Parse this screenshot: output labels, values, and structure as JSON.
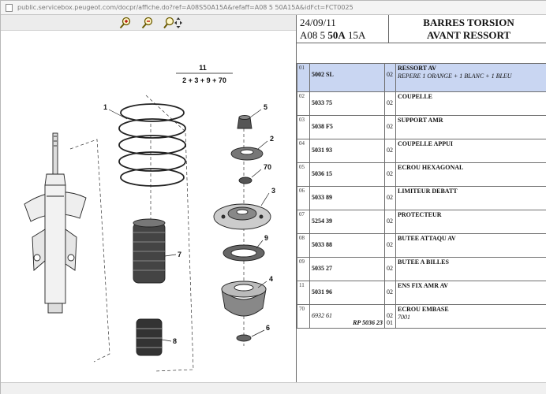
{
  "browser": {
    "url": "public.servicebox.peugeot.com/docpr/affiche.do?ref=A08S50A15A&refaff=A08 5 50A15A&idFct=FCT0025",
    "url_host_bold": "peugeot"
  },
  "toolbar": {
    "icons": [
      "zoom-in-icon",
      "zoom-out-icon",
      "zoom-pan-icon"
    ]
  },
  "diagram": {
    "formula_top": "11",
    "formula_bottom": "2 + 3 + 9 + 70",
    "callouts": [
      "1",
      "5",
      "2",
      "70",
      "3",
      "7",
      "9",
      "4",
      "8",
      "6"
    ]
  },
  "header": {
    "date": "24/09/11",
    "ref_prefix": "A08 5 ",
    "ref_bold": "50A",
    "ref_suffix": " 15A",
    "title_line1": "BARRES TORSION",
    "title_line2": "AVANT RESSORT"
  },
  "parts": [
    {
      "ref": "01",
      "number": "5002 SL",
      "qty": "02",
      "name": "RESSORT AV",
      "note": "REPERE 1 ORANGE + 1 BLANC + 1 BLEU",
      "selected": true
    },
    {
      "ref": "02",
      "number": "5033 75",
      "qty": "02",
      "name": "COUPELLE"
    },
    {
      "ref": "03",
      "number": "5038 F5",
      "qty": "02",
      "name": "SUPPORT AMR"
    },
    {
      "ref": "04",
      "number": "5031 93",
      "qty": "02",
      "name": "COUPELLE APPUI"
    },
    {
      "ref": "05",
      "number": "5036 15",
      "qty": "02",
      "name": "ECROU HEXAGONAL"
    },
    {
      "ref": "06",
      "number": "5033 89",
      "qty": "02",
      "name": "LIMITEUR DEBATT"
    },
    {
      "ref": "07",
      "number": "5254 39",
      "qty": "02",
      "name": "PROTECTEUR"
    },
    {
      "ref": "08",
      "number": "5033 88",
      "qty": "02",
      "name": "BUTEE ATTAQU AV"
    },
    {
      "ref": "09",
      "number": "5035 27",
      "qty": "02",
      "name": "BUTEE A BILLES"
    },
    {
      "ref": "11",
      "number": "5031 96",
      "qty": "02",
      "name": "ENS FIX AMR AV"
    },
    {
      "ref": "70",
      "number": "6932 61",
      "qty": "02",
      "name": "ECROU EMBASE",
      "note": "7001",
      "number2": "RP 5036 23",
      "qty2": "01"
    }
  ]
}
